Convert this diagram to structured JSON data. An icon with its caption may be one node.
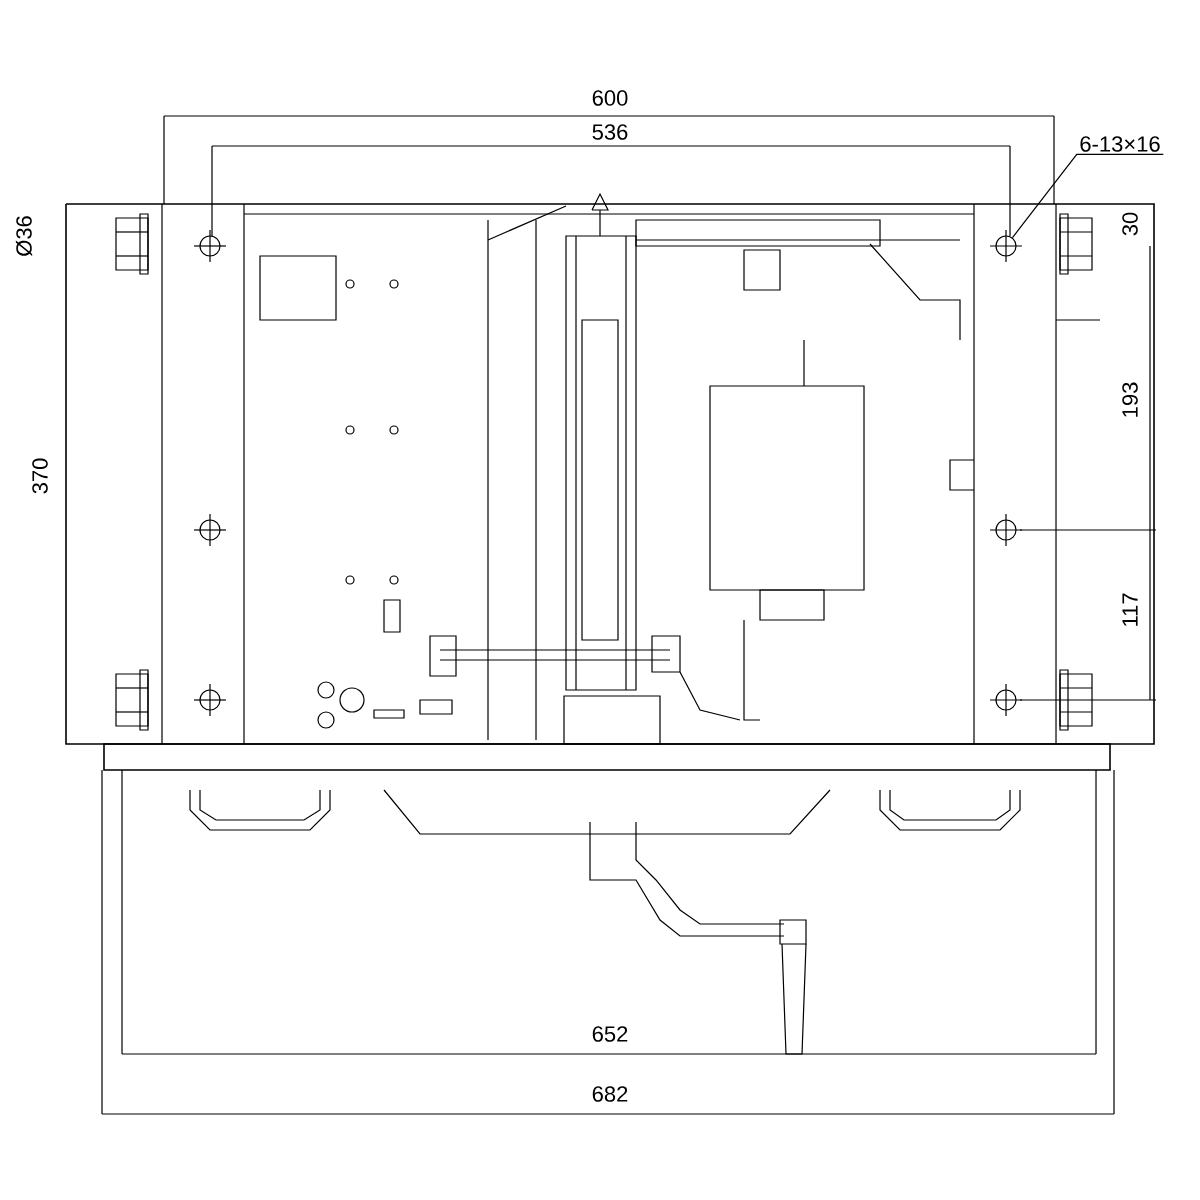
{
  "diagram": {
    "nodes": [
      {
        "text": [
          "6-13×16"
        ]
      },
      {
        "text": [],
        "shape": "circle"
      }
    ],
    "edges": [
      {
        "from": 0,
        "to": 1,
        "arrow": "none"
      }
    ],
    "labels": [
      "600",
      "536",
      "Ø36",
      "30",
      "370",
      "193",
      "117",
      "652",
      "682"
    ]
  }
}
